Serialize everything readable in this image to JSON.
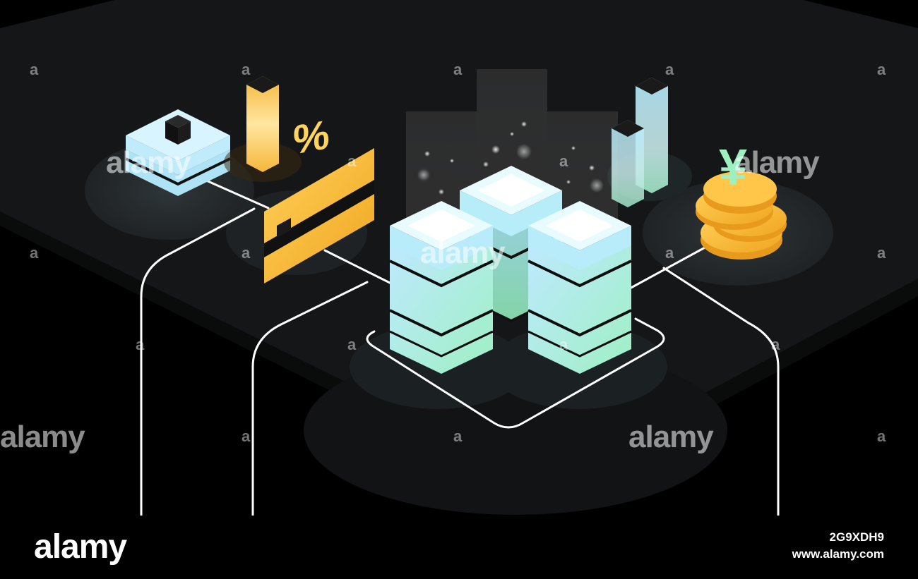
{
  "illustration": {
    "percent_symbol": "%",
    "yen_symbol": "¥",
    "colors": {
      "background": "#000000",
      "platform": "#1b1d1e",
      "cyan": "#bfefff",
      "mint": "#9ef0c8",
      "gold": "#f6b42a",
      "line": "#ffffff"
    }
  },
  "watermark": {
    "text": "alamy",
    "mark": "a"
  },
  "footer": {
    "logo": "alamy",
    "image_id": "2G9XDH9",
    "url": "www.alamy.com"
  }
}
